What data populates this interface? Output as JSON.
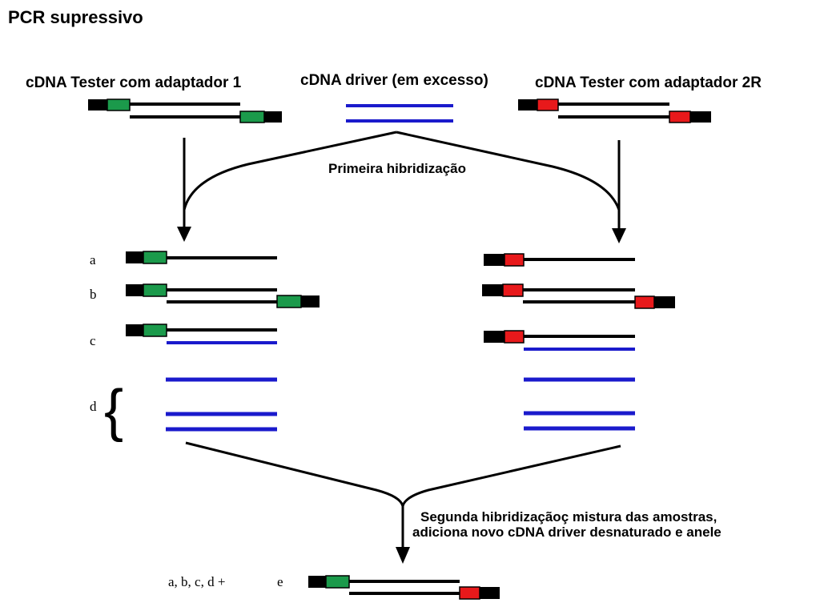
{
  "title": "PCR supressivo",
  "headers": {
    "tester1": "cDNA Tester com adaptador 1",
    "driver": "cDNA driver (em excesso)",
    "tester2": "cDNA Tester com adaptador 2R"
  },
  "steps": {
    "first": "Primeira hibridização",
    "second_line1": "Segunda hibridizaçãoç mistura das amostras,",
    "second_line2": "adiciona novo cDNA driver desnaturado e anele"
  },
  "row_labels": {
    "a": "a",
    "b": "b",
    "c": "c",
    "d": "d",
    "e": "e"
  },
  "result_label": "a, b, c, d  +",
  "brace": "{",
  "colors": {
    "adaptor1": "#1b9a4b",
    "adaptor2": "#e8191b",
    "driver": "#1a1acc",
    "tester": "#000000"
  }
}
